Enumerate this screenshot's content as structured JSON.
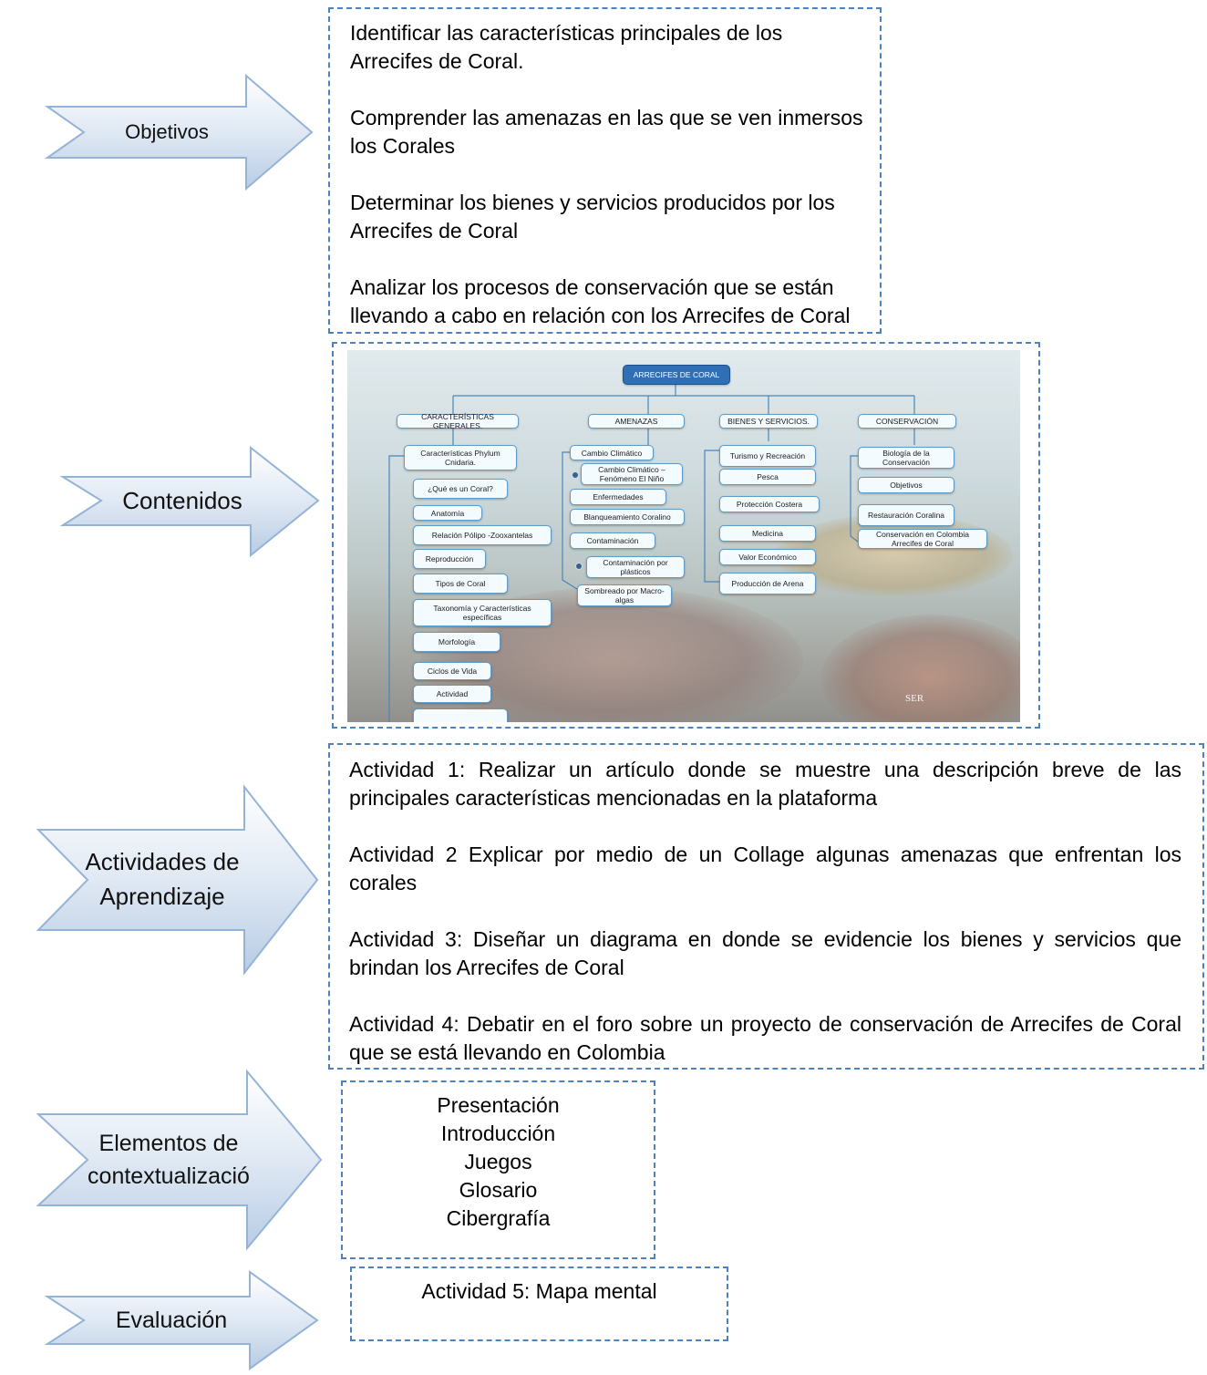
{
  "arrows": {
    "objetivos": "Objetivos",
    "contenidos": "Contenidos",
    "actividades": "Actividades de\nAprendizaje",
    "elementos": "Elementos de\ncontextualizació",
    "evaluacion": "Evaluación"
  },
  "objetivos": [
    "Identificar las características principales de los Arrecifes de Coral.",
    "Comprender las amenazas en las que se ven inmersos los Corales",
    "Determinar los bienes y servicios producidos por los Arrecifes de Coral",
    "Analizar los procesos de conservación que se están llevando a cabo en relación con los Arrecifes de Coral"
  ],
  "concept_map": {
    "root": "ARRECIFES DE CORAL",
    "branches": [
      {
        "title": "CARACTERÍSTICAS GENERALES.",
        "items": [
          "Características Phylum Cnidaria.",
          "¿Qué es un Coral?",
          "Anatomía",
          "Relación Pólipo -Zooxantelas",
          "Reproducción",
          "Tipos de Coral",
          "Taxonomía y Características específicas",
          "Morfología",
          "Ciclos de Vida",
          "Actividad"
        ]
      },
      {
        "title": "AMENAZAS",
        "items": [
          "Cambio Climático",
          "Cambio Climático – Fenómeno El Niño",
          "Enfermedades",
          "Blanqueamiento Coralino",
          "Contaminación",
          "Contaminación por plásticos",
          "Sombreado por Macro-algas"
        ]
      },
      {
        "title": "BIENES Y SERVICIOS.",
        "items": [
          "Turismo y Recreación",
          "Pesca",
          "Protección Costera",
          "Medicina",
          "Valor Económico",
          "Producción de Arena"
        ]
      },
      {
        "title": "CONSERVACIÓN",
        "items": [
          "Biología de la Conservación",
          "Objetivos",
          "Restauración Coralina",
          "Conservación en Colombia Arrecifes de Coral"
        ]
      }
    ],
    "logo": "SER"
  },
  "actividades": [
    "Actividad 1: Realizar un artículo donde se muestre una descripción breve de las principales características mencionadas en la plataforma",
    "Actividad 2 Explicar por medio de un Collage algunas amenazas que enfrentan los corales",
    "Actividad 3: Diseñar un diagrama en donde se evidencie los bienes y servicios que brindan los Arrecifes de Coral",
    "Actividad 4: Debatir en el foro sobre un proyecto de conservación de Arrecifes de Coral que se está llevando en Colombia"
  ],
  "elementos": [
    "Presentación",
    "Introducción",
    "Juegos",
    "Glosario",
    "Cibergrafía"
  ],
  "evaluacion": "Actividad 5: Mapa mental",
  "colors": {
    "dash_border": "#4f81bd",
    "arrow_fill_light": "#ffffff",
    "arrow_fill_dark": "#b8cce4",
    "arrow_stroke": "#95b3d7",
    "node_border": "#5d9bc9",
    "root_fill": "#2f6fb5"
  }
}
